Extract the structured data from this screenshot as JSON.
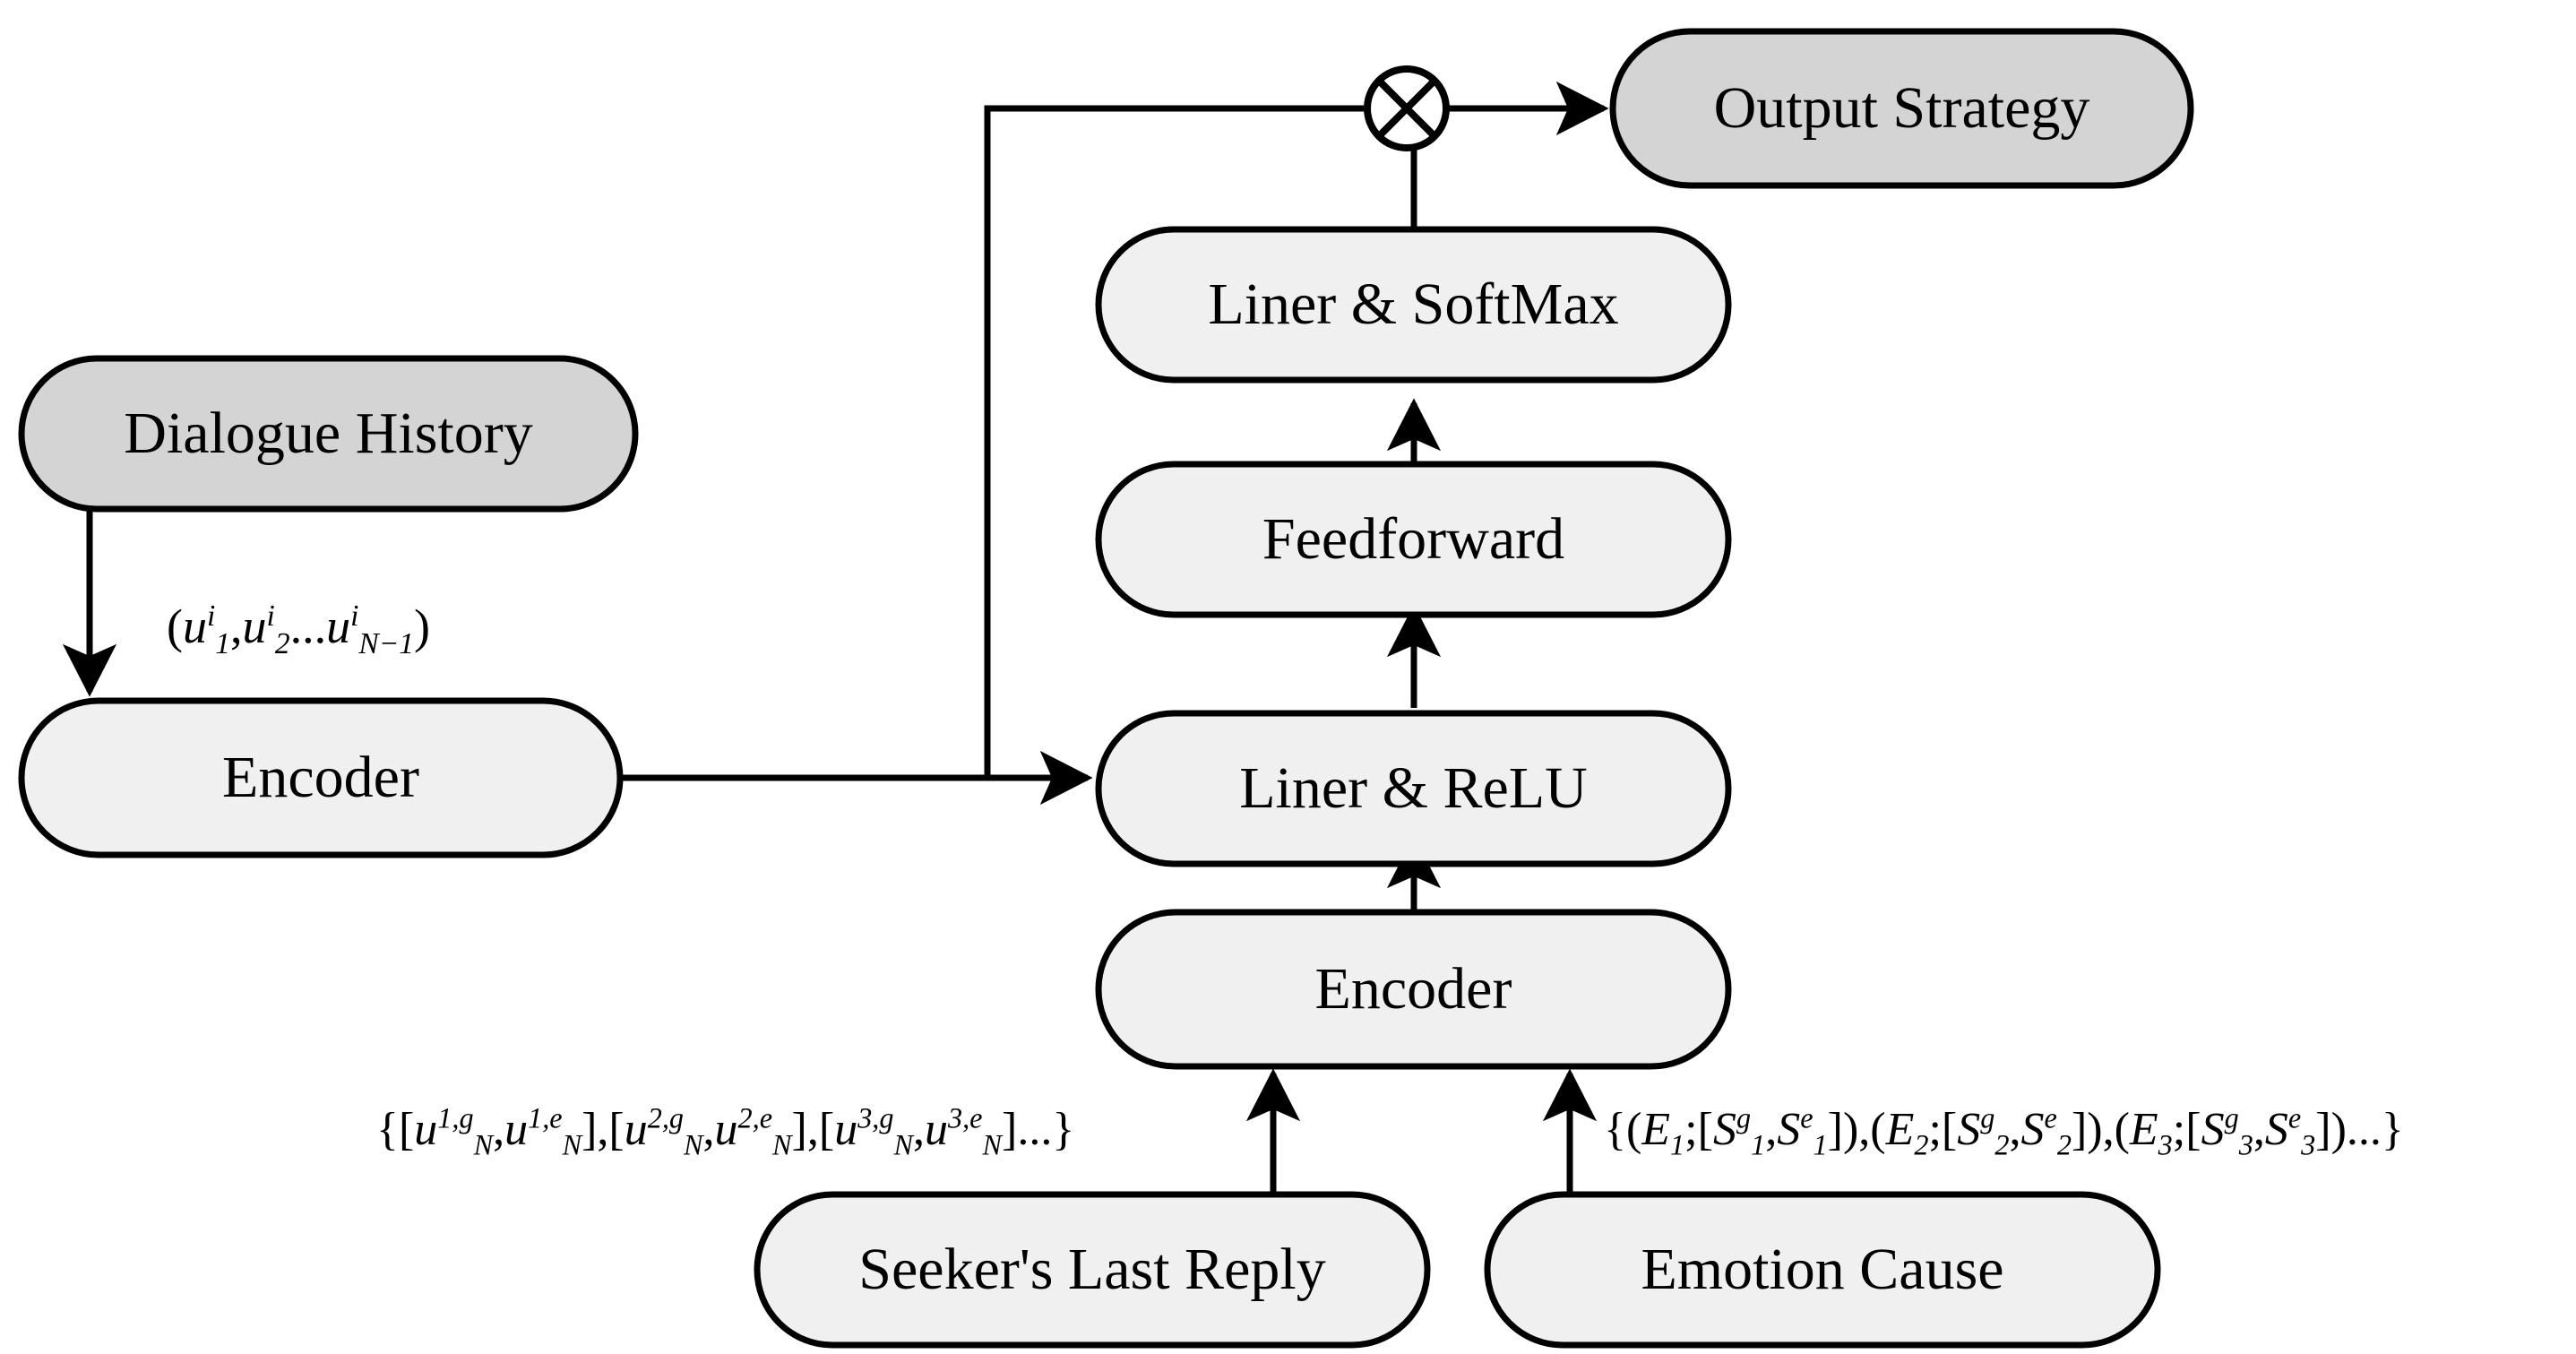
{
  "diagram": {
    "title": "Strategy prediction model architecture",
    "colors": {
      "node_fill_dark": "#d4d4d4",
      "node_fill_light": "#f0f0f0",
      "stroke": "#000000",
      "background": "#ffffff"
    },
    "nodes": [
      {
        "id": "dialogue_history",
        "label": "Dialogue History",
        "style": "dark"
      },
      {
        "id": "encoder_left",
        "label": "Encoder",
        "style": "light"
      },
      {
        "id": "liner_relu",
        "label": "Liner & ReLU",
        "style": "light"
      },
      {
        "id": "feedforward",
        "label": "Feedforward",
        "style": "light"
      },
      {
        "id": "liner_softmax",
        "label": "Liner & SoftMax",
        "style": "light"
      },
      {
        "id": "output_strategy",
        "label": "Output Strategy",
        "style": "dark"
      },
      {
        "id": "encoder_center",
        "label": "Encoder",
        "style": "light"
      },
      {
        "id": "seekers_last_reply",
        "label": "Seeker's Last Reply",
        "style": "light"
      },
      {
        "id": "emotion_cause",
        "label": "Emotion Cause",
        "style": "light"
      }
    ],
    "operators": [
      {
        "id": "multiply",
        "symbol": "X",
        "shape": "circle-cross",
        "name": "elementwise-multiply"
      }
    ],
    "edge_labels": {
      "dialogue_history_to_encoder": {
        "plain": "(u_1^i, u_2^i ... u_{N-1}^i)",
        "parts": [
          {
            "t": "("
          },
          {
            "base": "u",
            "sup": "i",
            "sub": "1"
          },
          {
            "t": ","
          },
          {
            "base": "u",
            "sup": "i",
            "sub": "2"
          },
          {
            "t": "..."
          },
          {
            "base": "u",
            "sup": "i",
            "sub": "N−1"
          },
          {
            "t": ")"
          }
        ]
      },
      "seekers_last_reply_to_encoder": {
        "plain": "{[u_N^{1,g}, u_N^{1,e}],[u_N^{2,g}, u_N^{2,e}],[u_N^{3,g}, u_N^{3,e}]...}",
        "parts": [
          {
            "t": "{["
          },
          {
            "base": "u",
            "sup": "1,g",
            "sub": "N"
          },
          {
            "t": ","
          },
          {
            "base": "u",
            "sup": "1,e",
            "sub": "N"
          },
          {
            "t": "],["
          },
          {
            "base": "u",
            "sup": "2,g",
            "sub": "N"
          },
          {
            "t": ","
          },
          {
            "base": "u",
            "sup": "2,e",
            "sub": "N"
          },
          {
            "t": "],["
          },
          {
            "base": "u",
            "sup": "3,g",
            "sub": "N"
          },
          {
            "t": ","
          },
          {
            "base": "u",
            "sup": "3,e",
            "sub": "N"
          },
          {
            "t": "]...}"
          }
        ]
      },
      "emotion_cause_to_encoder": {
        "plain": "{(E_1;[S_1^g, S_1^e]),(E_2;[S_2^g, S_2^e]),(E_3;[S_3^g, S_3^e])...}",
        "parts": [
          {
            "t": "{("
          },
          {
            "base": "E",
            "sub": "1"
          },
          {
            "t": ";["
          },
          {
            "base": "S",
            "sup": "g",
            "sub": "1"
          },
          {
            "t": ","
          },
          {
            "base": "S",
            "sup": "e",
            "sub": "1"
          },
          {
            "t": "]),"
          },
          {
            "t": "("
          },
          {
            "base": "E",
            "sub": "2"
          },
          {
            "t": ";["
          },
          {
            "base": "S",
            "sup": "g",
            "sub": "2"
          },
          {
            "t": ","
          },
          {
            "base": "S",
            "sup": "e",
            "sub": "2"
          },
          {
            "t": "]),"
          },
          {
            "t": "("
          },
          {
            "base": "E",
            "sub": "3"
          },
          {
            "t": ";["
          },
          {
            "base": "S",
            "sup": "g",
            "sub": "3"
          },
          {
            "t": ","
          },
          {
            "base": "S",
            "sup": "e",
            "sub": "3"
          },
          {
            "t": "])...}"
          }
        ]
      }
    },
    "edges": [
      {
        "from": "dialogue_history",
        "to": "encoder_left",
        "arrow": true
      },
      {
        "from": "encoder_left",
        "to": "liner_relu",
        "arrow": true
      },
      {
        "from": "encoder_left",
        "to": "multiply",
        "arrow": false
      },
      {
        "from": "liner_relu",
        "to": "feedforward",
        "arrow": true
      },
      {
        "from": "feedforward",
        "to": "liner_softmax",
        "arrow": true
      },
      {
        "from": "liner_softmax",
        "to": "multiply",
        "arrow": false
      },
      {
        "from": "multiply",
        "to": "output_strategy",
        "arrow": true
      },
      {
        "from": "encoder_center",
        "to": "liner_relu",
        "arrow": true
      },
      {
        "from": "seekers_last_reply",
        "to": "encoder_center",
        "arrow": true
      },
      {
        "from": "emotion_cause",
        "to": "encoder_center",
        "arrow": true
      }
    ]
  }
}
